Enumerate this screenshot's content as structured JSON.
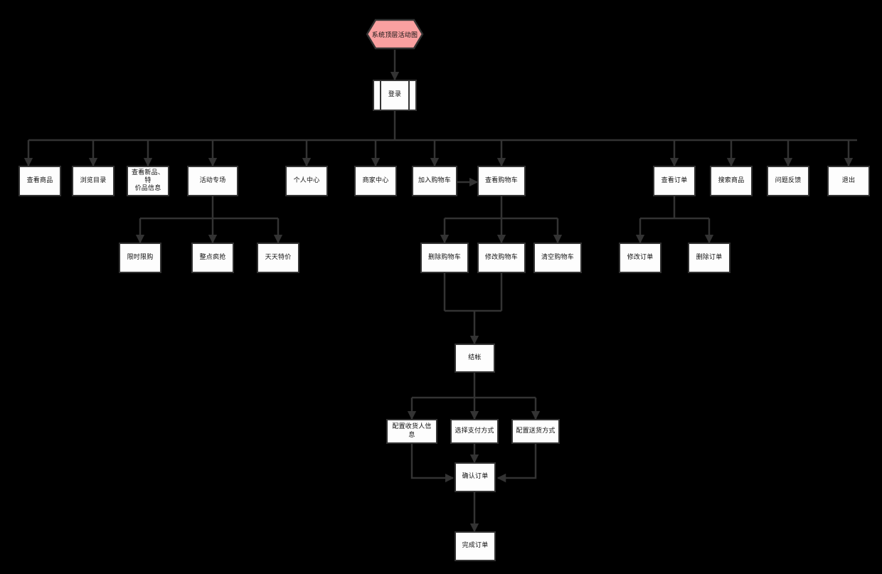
{
  "diagram": {
    "title": "系统顶层活动图",
    "background_color": "#000000",
    "node_fill": "#fdfdfd",
    "node_stroke": "#333333",
    "start_fill": "#f9a0a0",
    "edge_color": "#333333"
  },
  "nodes": {
    "start": {
      "label": "系统顶层活动图",
      "shape": "hexagon"
    },
    "login": {
      "label": "登录",
      "shape": "subroutine"
    },
    "view_goods": {
      "label": "查看商品",
      "shape": "rect"
    },
    "browse_catalog": {
      "label": "浏览目录",
      "shape": "rect"
    },
    "new_and_sale": {
      "label": "查看新品、特\n价品信息",
      "shape": "rect"
    },
    "activity_zone": {
      "label": "活动专场",
      "shape": "rect"
    },
    "personal_center": {
      "label": "个人中心",
      "shape": "rect"
    },
    "merchant_center": {
      "label": "商家中心",
      "shape": "rect"
    },
    "add_to_cart": {
      "label": "加入购物车",
      "shape": "rect"
    },
    "view_cart": {
      "label": "查看购物车",
      "shape": "rect"
    },
    "view_order": {
      "label": "查看订单",
      "shape": "rect"
    },
    "search_goods": {
      "label": "搜索商品",
      "shape": "rect"
    },
    "feedback": {
      "label": "问题反馈",
      "shape": "rect"
    },
    "logout": {
      "label": "退出",
      "shape": "rect"
    },
    "limited_buy": {
      "label": "限时限购",
      "shape": "rect"
    },
    "hourly_rush": {
      "label": "整点疯抢",
      "shape": "rect"
    },
    "daily_deal": {
      "label": "天天特价",
      "shape": "rect"
    },
    "delete_cart": {
      "label": "删除购物车",
      "shape": "rect"
    },
    "modify_cart": {
      "label": "修改购物车",
      "shape": "rect"
    },
    "clear_cart": {
      "label": "清空购物车",
      "shape": "rect"
    },
    "modify_order": {
      "label": "修改订单",
      "shape": "rect"
    },
    "delete_order": {
      "label": "删除订单",
      "shape": "rect"
    },
    "checkout": {
      "label": "结帐",
      "shape": "rect"
    },
    "set_receiver": {
      "label": "配置收货人信息",
      "shape": "rect"
    },
    "choose_payment": {
      "label": "选择支付方式",
      "shape": "rect"
    },
    "set_delivery": {
      "label": "配置送货方式",
      "shape": "rect"
    },
    "confirm_order": {
      "label": "确认订单",
      "shape": "rect"
    },
    "complete_order": {
      "label": "完成订单",
      "shape": "rect"
    }
  },
  "edges": [
    {
      "from": "start",
      "to": "login"
    },
    {
      "from": "login",
      "to": "view_goods"
    },
    {
      "from": "login",
      "to": "browse_catalog"
    },
    {
      "from": "login",
      "to": "new_and_sale"
    },
    {
      "from": "login",
      "to": "activity_zone"
    },
    {
      "from": "login",
      "to": "personal_center"
    },
    {
      "from": "login",
      "to": "merchant_center"
    },
    {
      "from": "login",
      "to": "add_to_cart"
    },
    {
      "from": "login",
      "to": "view_cart"
    },
    {
      "from": "login",
      "to": "view_order"
    },
    {
      "from": "login",
      "to": "search_goods"
    },
    {
      "from": "login",
      "to": "feedback"
    },
    {
      "from": "login",
      "to": "logout"
    },
    {
      "from": "add_to_cart",
      "to": "view_cart"
    },
    {
      "from": "activity_zone",
      "to": "limited_buy"
    },
    {
      "from": "activity_zone",
      "to": "hourly_rush"
    },
    {
      "from": "activity_zone",
      "to": "daily_deal"
    },
    {
      "from": "view_cart",
      "to": "delete_cart"
    },
    {
      "from": "view_cart",
      "to": "modify_cart"
    },
    {
      "from": "view_cart",
      "to": "clear_cart"
    },
    {
      "from": "view_order",
      "to": "modify_order"
    },
    {
      "from": "view_order",
      "to": "delete_order"
    },
    {
      "from": "delete_cart",
      "to": "checkout"
    },
    {
      "from": "modify_cart",
      "to": "checkout"
    },
    {
      "from": "checkout",
      "to": "set_receiver"
    },
    {
      "from": "checkout",
      "to": "choose_payment"
    },
    {
      "from": "checkout",
      "to": "set_delivery"
    },
    {
      "from": "set_receiver",
      "to": "confirm_order"
    },
    {
      "from": "choose_payment",
      "to": "confirm_order"
    },
    {
      "from": "set_delivery",
      "to": "confirm_order"
    },
    {
      "from": "confirm_order",
      "to": "complete_order"
    }
  ]
}
